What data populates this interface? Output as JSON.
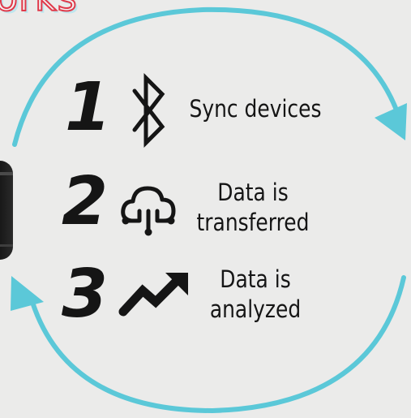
{
  "header": {
    "title_fragment": "orks"
  },
  "colors": {
    "background": "#ebebea",
    "cycle_arrow": "#5bc8d8",
    "text": "#151515",
    "title_accent": "#e0394a"
  },
  "steps": [
    {
      "number": "1",
      "icon": "bluetooth-icon",
      "label_lines": [
        "Sync devices"
      ]
    },
    {
      "number": "2",
      "icon": "cloud-network-icon",
      "label_lines": [
        "Data is",
        "transferred"
      ]
    },
    {
      "number": "3",
      "icon": "trending-up-icon",
      "label_lines": [
        "Data is",
        "analyzed"
      ]
    }
  ]
}
